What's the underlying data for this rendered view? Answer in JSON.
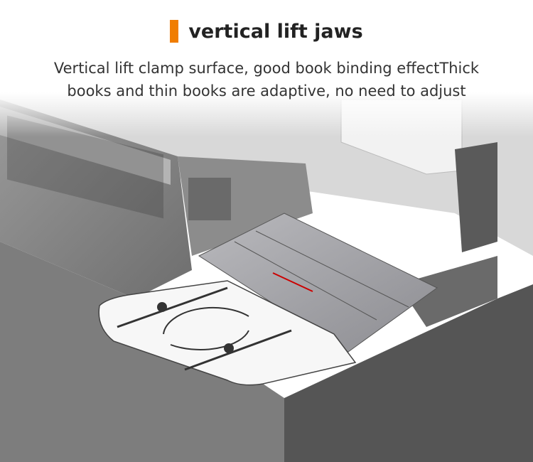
{
  "header": {
    "title": "vertical lift jaws",
    "accent_color": "#f07d00",
    "subtitle_lines": [
      "Vertical lift clamp surface, good book binding effectThick",
      "books and thin books are adaptive, no need to adjust"
    ]
  },
  "illustration": {
    "subject": "book-binding-machine-icon"
  }
}
